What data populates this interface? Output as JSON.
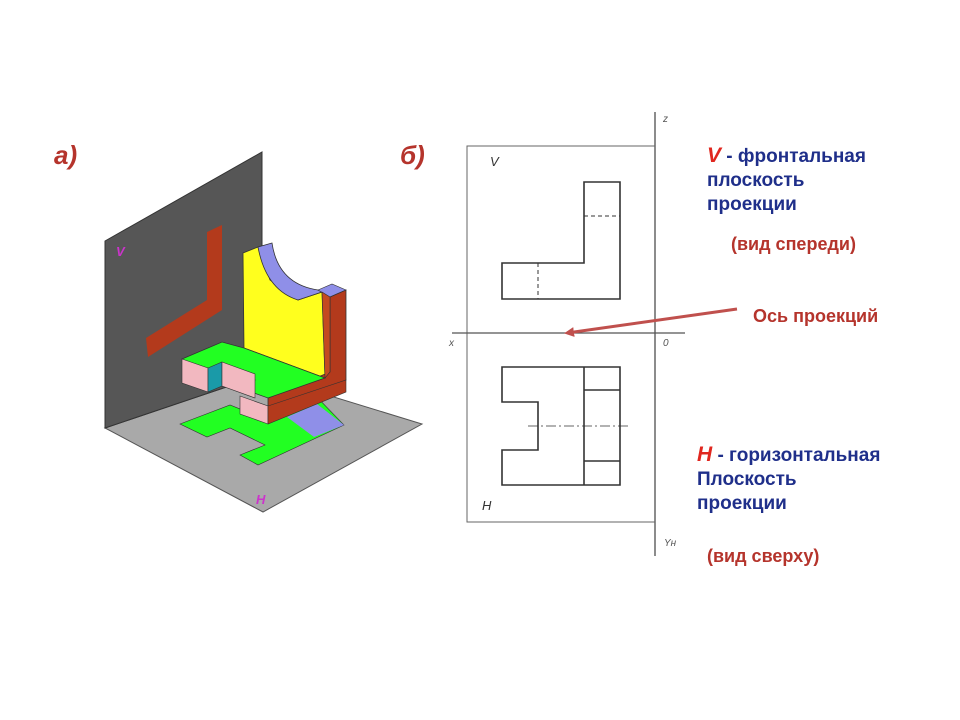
{
  "panel_a_label": "а)",
  "panel_b_label": "б)",
  "iso": {
    "v_label": "V",
    "h_label": "H"
  },
  "drawing": {
    "v_label": "V",
    "h_label": "H",
    "axis_z": "z",
    "axis_x": "x",
    "axis_o": "0",
    "axis_yh": "Yн"
  },
  "caption_v": {
    "letter": "V",
    "line1_rest": " - фронтальная",
    "line2": "плоскость",
    "line3": "проекции",
    "note": "(вид спереди)"
  },
  "axis_note": "Ось проекций",
  "caption_h": {
    "letter": "H",
    "line1_rest": " - горизонтальная",
    "line2": "Плоскость",
    "line3": "проекции",
    "note": "(вид сверху)"
  },
  "colors": {
    "wall": "#565656",
    "floor": "#a9a9a9",
    "red_projection": "#b33a1c",
    "green": "#22ff22",
    "yellow": "#ffff1e",
    "lavender": "#8f8fe8",
    "pink": "#f2b8c0",
    "teal": "#1a9aa8",
    "caption_blue": "#1f2f8a",
    "caption_red": "#e0271f",
    "note_red": "#b5342c",
    "arrow": "#c0504d"
  }
}
